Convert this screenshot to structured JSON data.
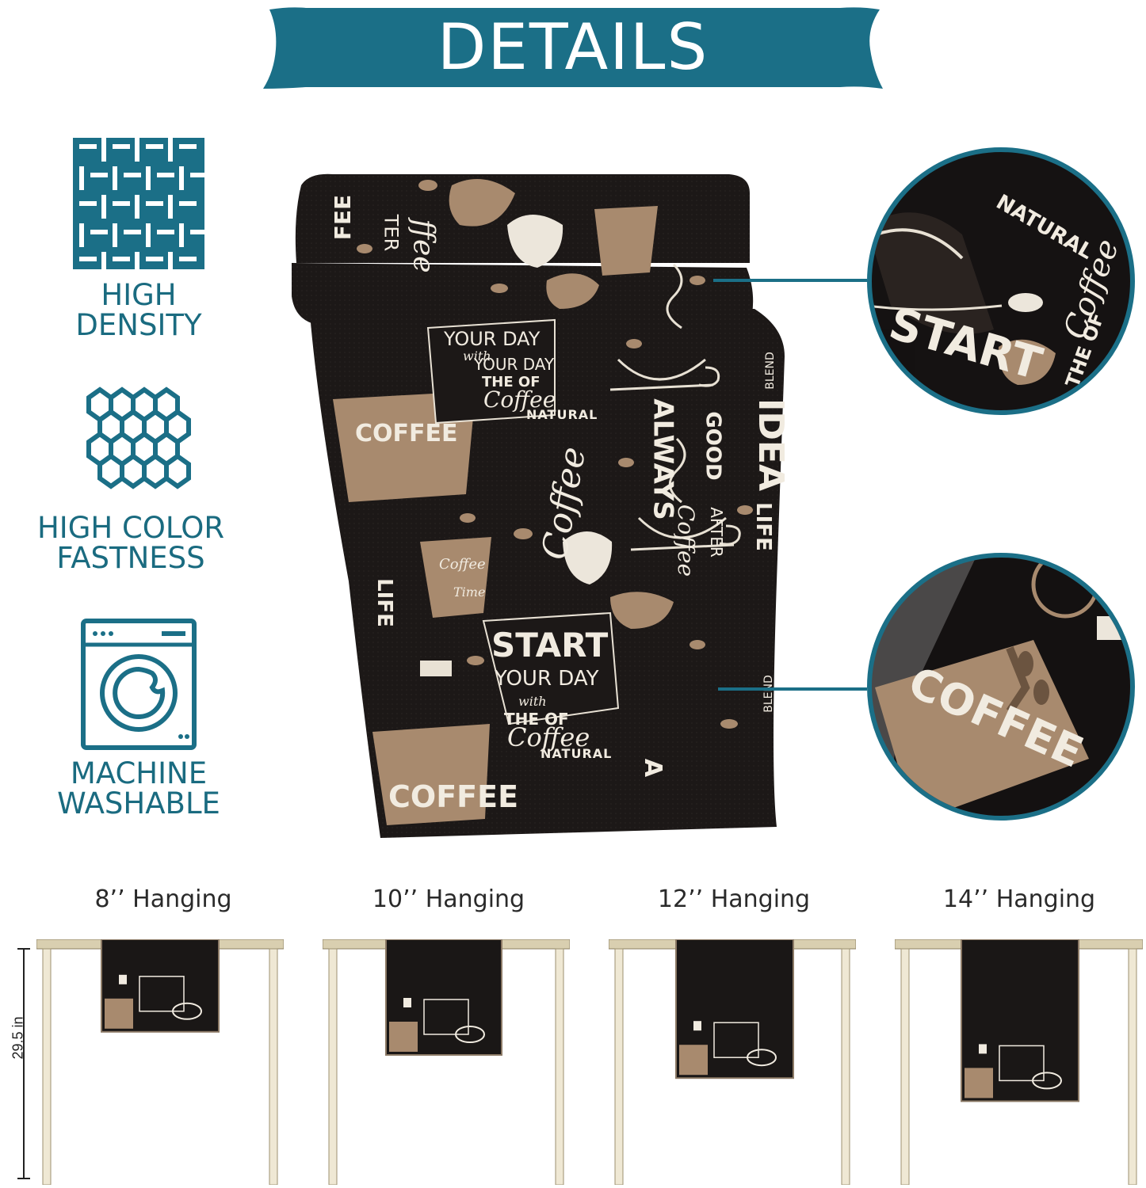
{
  "banner": {
    "title": "DETAILS"
  },
  "colors": {
    "teal": "#1b6f87",
    "runner": "#1a1716",
    "tan": "#a88a6e",
    "cream": "#f1ebe0",
    "table": "#d9cfb0"
  },
  "features": [
    {
      "icon": "weave-icon",
      "line1": "HIGH",
      "line2": "DENSITY"
    },
    {
      "icon": "honeycomb-icon",
      "line1": "HIGH COLOR",
      "line2": "FASTNESS"
    },
    {
      "icon": "washing-machine-icon",
      "line1": "MACHINE",
      "line2": "WASHABLE"
    }
  ],
  "product": {
    "texts": {
      "fee": "FEE",
      "ter": "TER",
      "fee_script": "ffee",
      "your_day_a": "YOUR DAY",
      "with": "with",
      "your_day_b": "YOUR DAY",
      "the_of": "THE OF",
      "coffee_script": "Coffee",
      "natural": "NATURAL",
      "coffee_block": "COFFEE",
      "always": "ALWAYS",
      "good": "GOOD",
      "idea": "IDEA",
      "life": "LIFE",
      "after": "AFTER",
      "coffee_vertical": "Coffee",
      "life_left": "LIFE",
      "coffee_time": "Coffee",
      "time": "Time",
      "start": "START",
      "your_day_c": "YOUR DAY",
      "with_b": "with",
      "the_of_b": "THE OF",
      "coffee_script_b": "Coffee",
      "natural_b": "NATURAL",
      "coffee_bottom": "COFFEE",
      "blend": "BLEND",
      "blend_b": "BLEND",
      "a": "A"
    }
  },
  "zooms": {
    "top": {
      "natural": "NATURAL",
      "start": "START",
      "the_of": "THE OF",
      "coffee": "Coffee"
    },
    "bottom": {
      "coffee": "COFFEE"
    }
  },
  "hanging": [
    {
      "label": "8’’ Hanging",
      "drop": 8
    },
    {
      "label": "10’’ Hanging",
      "drop": 10
    },
    {
      "label": "12’’ Hanging",
      "drop": 12
    },
    {
      "label": "14’’ Hanging",
      "drop": 14
    }
  ],
  "table": {
    "height_label": "29.5 in"
  }
}
